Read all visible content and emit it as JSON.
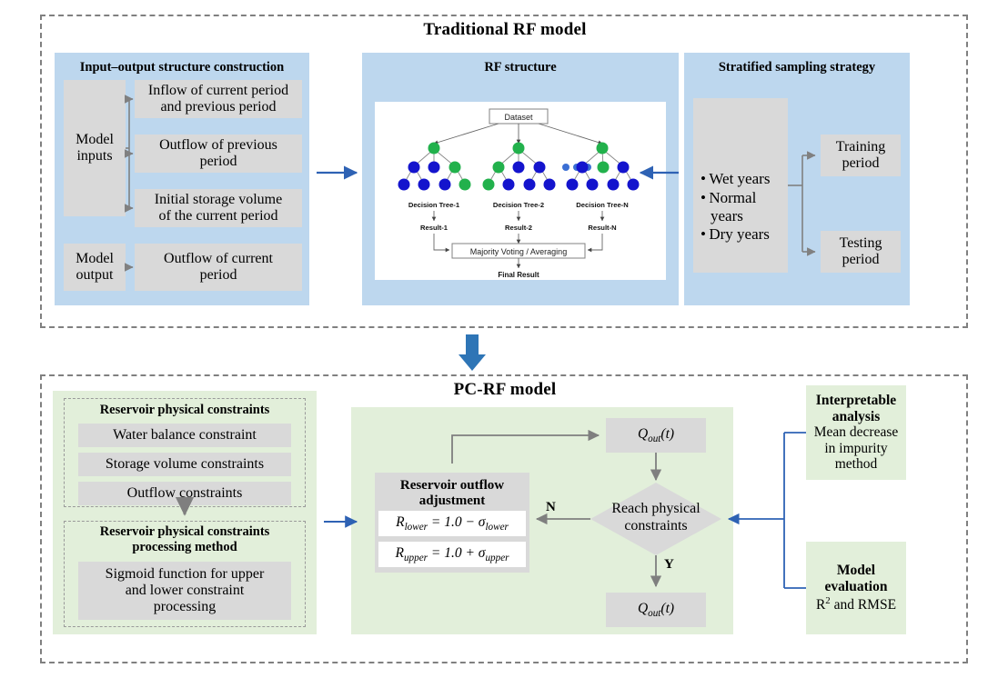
{
  "figure": {
    "top_section_title": "Traditional RF model",
    "bottom_section_title": "PC-RF model"
  },
  "top": {
    "io_panel": {
      "heading": "Input–output structure construction",
      "inputs_label": "Model\ninputs",
      "inputs_label_line1": "Model",
      "inputs_label_line2": "inputs",
      "output_label_line1": "Model",
      "output_label_line2": "output",
      "input_items": [
        "Inflow of current period and previous period",
        "Outflow of previous period",
        "Initial storage volume of the current period"
      ],
      "input_item_1_line1": "Inflow of current period",
      "input_item_1_line2": "and previous period",
      "input_item_2_line1": "Outflow of previous",
      "input_item_2_line2": "period",
      "input_item_3_line1": "Initial storage volume",
      "input_item_3_line2": "of the current period",
      "output_item_line1": "Outflow of current",
      "output_item_line2": "period"
    },
    "rf_panel": {
      "heading": "RF structure",
      "dataset_label": "Dataset",
      "tree_labels": [
        "Decision Tree-1",
        "Decision Tree-2",
        "Decision Tree-N"
      ],
      "result_labels": [
        "Result-1",
        "Result-2",
        "Result-N"
      ],
      "aggregate_label": "Majority Voting / Averaging",
      "final_label": "Final Result",
      "ellipsis": "• • •",
      "node_colors": {
        "green": "#22b14c",
        "blue": "#1414cd"
      }
    },
    "strat_panel": {
      "heading": "Stratified sampling strategy",
      "year_types": [
        "Wet years",
        "Normal years",
        "Dry years"
      ],
      "year_type_1": "Wet years",
      "year_type_2_line1": "Normal",
      "year_type_2_line2": "years",
      "year_type_3": "Dry years",
      "training_line1": "Training",
      "training_line2": "period",
      "testing_line1": "Testing",
      "testing_line2": "period"
    }
  },
  "bottom": {
    "constraints_panel": {
      "heading": "Reservoir physical constraints",
      "items": [
        "Water balance constraint",
        "Storage volume constraints",
        "Outflow constraints"
      ],
      "method_heading_line1": "Reservoir physical constraints",
      "method_heading_line2": "processing method",
      "method_item_line1": "Sigmoid function for upper",
      "method_item_line2": "and lower constraint",
      "method_item_line3": "processing"
    },
    "pcrf_panel": {
      "adjust_heading_line1": "Reservoir outflow",
      "adjust_heading_line2": "adjustment",
      "formula_lower": "R_lower = 1.0 − σ_lower",
      "formula_upper": "R_upper = 1.0 + σ_upper",
      "formula_lower_parts": {
        "lhs": "R",
        "lhs_sub": "lower",
        "mid": " = 1.0 − ",
        "rhs": "σ",
        "rhs_sub": "lower"
      },
      "formula_upper_parts": {
        "lhs": "R",
        "lhs_sub": "upper",
        "mid": " = 1.0 + ",
        "rhs": "σ",
        "rhs_sub": "upper"
      },
      "qout_top": "Qout(t)",
      "qout_bottom": "Qout(t)",
      "qout_base": "Q",
      "qout_sub": "out",
      "qout_arg": "(t)",
      "decision_line1": "Reach physical",
      "decision_line2": "constraints",
      "branch_no": "N",
      "branch_yes": "Y"
    },
    "interpretable_panel": {
      "heading_line1": "Interpretable",
      "heading_line2": "analysis",
      "body_line1": "Mean decrease",
      "body_line2": "in impurity",
      "body_line3": "method"
    },
    "evaluation_panel": {
      "heading_line1": "Model",
      "heading_line2": "evaluation",
      "body_prefix": "R",
      "body_sup": "2",
      "body_suffix": " and RMSE"
    }
  },
  "colors": {
    "panel_blue": "#bdd7ee",
    "panel_green": "#e2efda",
    "gray_box": "#d9d9d9",
    "arrow_blue": "#2e62b4",
    "arrow_gray": "#808080",
    "frame_dash": "#808080"
  }
}
